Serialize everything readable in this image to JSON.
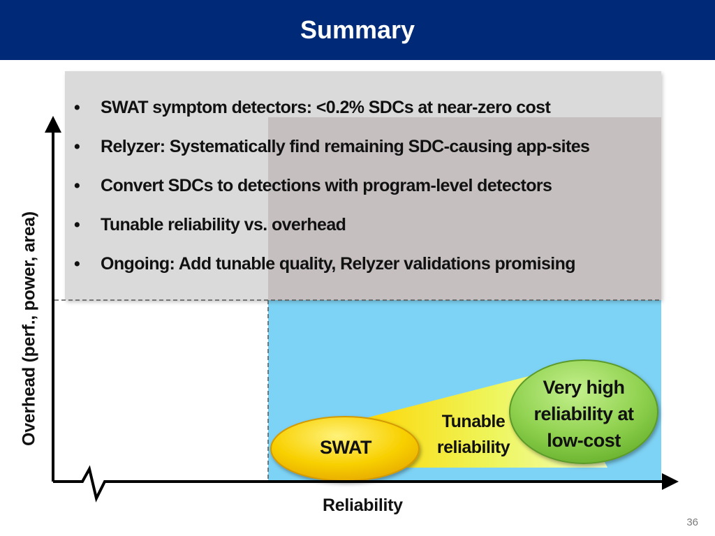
{
  "slide": {
    "title": "Summary",
    "page_number": "36"
  },
  "bullets": [
    "SWAT symptom detectors: <0.2% SDCs at near-zero cost",
    "Relyzer: Systematically find remaining SDC-causing app-sites",
    "Convert SDCs to detections with program-level detectors",
    "Tunable reliability vs. overhead",
    "Ongoing: Add tunable quality, Relyzer validations promising"
  ],
  "diagram": {
    "y_axis_label": "Overhead (perf., power, area)",
    "x_axis_label": "Reliability",
    "swat_label": "SWAT",
    "tunable_label": [
      "Tunable",
      "reliability"
    ],
    "very_high_label": [
      "Very high",
      "reliability at",
      "low-cost"
    ]
  },
  "colors": {
    "header": "#002a78",
    "high_overhead_region": "#c8b8b8",
    "low_overhead_region": "#7dd3f5",
    "text_panel": "#c4c4c4",
    "swat_ellipse": "#f7c800",
    "very_high_ellipse": "#8fd14f",
    "tunable_gradient_start": "#ffd400",
    "tunable_gradient_end": "#f2ffc0"
  }
}
